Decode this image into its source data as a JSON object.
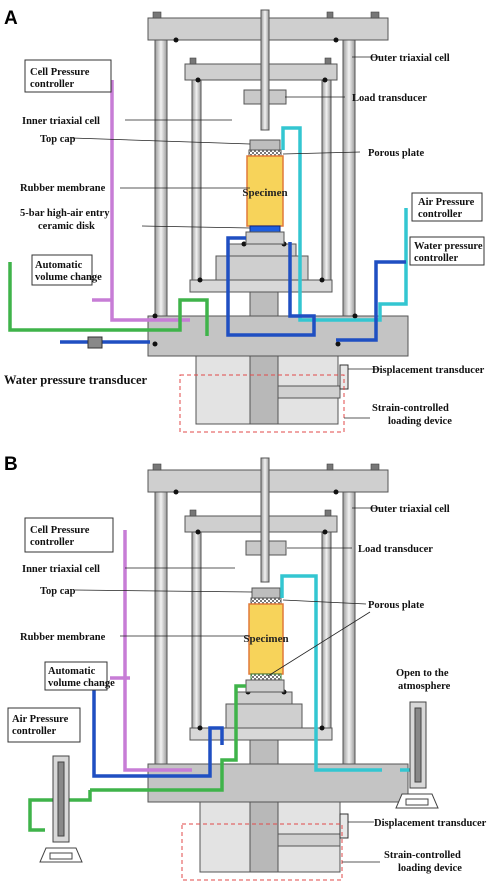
{
  "panel_a": {
    "letter": "A",
    "labels": {
      "outer_cell": "Outer triaxial cell",
      "load_transducer": "Load transducer",
      "cell_pressure_controller": "Cell Pressure controller",
      "inner_cell": "Inner triaxial cell",
      "top_cap": "Top cap",
      "porous_plate": "Porous plate",
      "rubber_membrane": "Rubber membrane",
      "specimen": "Specimen",
      "disk_line1": "5-bar high-air entry",
      "disk_line2": "ceramic disk",
      "air_pressure_controller": "Air Pressure controller",
      "water_pressure_controller": "Water pressure controller",
      "auto_volume": "Automatic volume change",
      "water_pressure_transducer": "Water pressure transducer",
      "displacement_transducer": "Displacement transducer",
      "loading_line1": "Strain-controlled",
      "loading_line2": "loading device"
    }
  },
  "panel_b": {
    "letter": "B",
    "labels": {
      "outer_cell": "Outer triaxial cell",
      "load_transducer": "Load transducer",
      "cell_pressure_controller": "Cell Pressure controller",
      "inner_cell": "Inner triaxial cell",
      "top_cap": "Top cap",
      "porous_plate": "Porous plate",
      "rubber_membrane": "Rubber membrane",
      "specimen": "Specimen",
      "auto_volume": "Automatic volume change",
      "air_pressure_controller": "Air Pressure controller",
      "open_atmosphere_line1": "Open to the",
      "open_atmosphere_line2": "atmosphere",
      "displacement_transducer": "Displacement transducer",
      "loading_line1": "Strain-controlled",
      "loading_line2": "loading device"
    }
  },
  "colors": {
    "specimen": "#f7d35a",
    "cell_pressure_line": "#c77dd6",
    "air_line": "#33c6d1",
    "water_line": "#1f4fc2",
    "volume_line": "#3fb34a",
    "frame": "#c9c9c9",
    "dashed_box": "#e24a4a"
  }
}
